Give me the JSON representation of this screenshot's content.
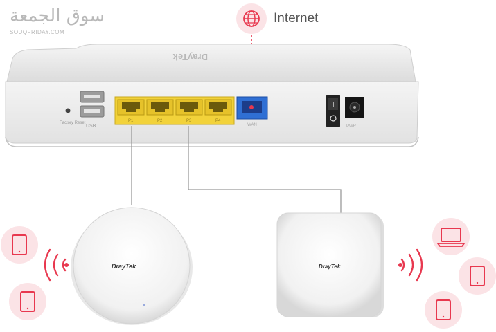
{
  "watermark": {
    "arabic": "سوق الجمعة",
    "latin": "SOUQFRIDAY.COM"
  },
  "internet": {
    "label": "Internet",
    "icon": "globe-icon",
    "accent": "#e8384f"
  },
  "router": {
    "brand": "DrayTek",
    "ports": {
      "reset": "Factory Reset",
      "usb": "USB",
      "lan": [
        "P1",
        "P2",
        "P3",
        "P4"
      ],
      "wan": "WAN",
      "power": "PWR"
    },
    "colors": {
      "lan": "#f2d23a",
      "wan": "#2f6fd4",
      "body": "#ebebeb"
    }
  },
  "access_points": {
    "ceiling": {
      "brand": "DrayTek"
    },
    "wall": {
      "brand": "DrayTek"
    }
  },
  "devices": {
    "left": [
      "tablet-icon",
      "tablet-icon"
    ],
    "right": [
      "laptop-icon",
      "tablet-icon",
      "tablet-icon"
    ]
  }
}
